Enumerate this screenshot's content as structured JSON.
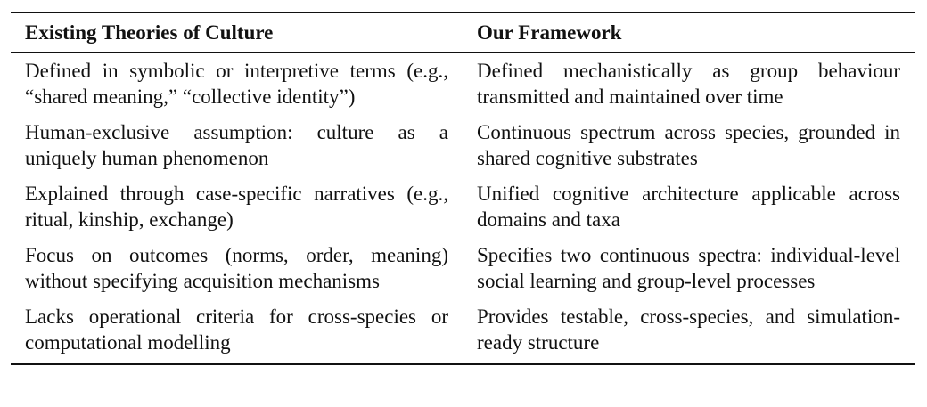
{
  "table": {
    "headers": [
      "Existing Theories of Culture",
      "Our Framework"
    ],
    "rows": [
      {
        "existing": "Defined in symbolic or interpretive terms (e.g., “shared meaning,” “collective identity”)",
        "framework": "Defined mechanistically as group behaviour transmitted and maintained over time"
      },
      {
        "existing": "Human-exclusive assumption: culture as a uniquely human phenomenon",
        "framework": "Continuous spectrum across species, grounded in shared cognitive substrates"
      },
      {
        "existing": "Explained through case-specific narratives (e.g., ritual, kinship, exchange)",
        "framework": "Unified cognitive architecture applicable across domains and taxa"
      },
      {
        "existing": "Focus on outcomes (norms, order, meaning) without specifying acquisition mechanisms",
        "framework": "Specifies two continuous spectra: individual-level social learning and group-level processes"
      },
      {
        "existing": "Lacks operational criteria for cross-species or computational modelling",
        "framework": "Provides testable, cross-species, and simulation-ready structure"
      }
    ]
  }
}
